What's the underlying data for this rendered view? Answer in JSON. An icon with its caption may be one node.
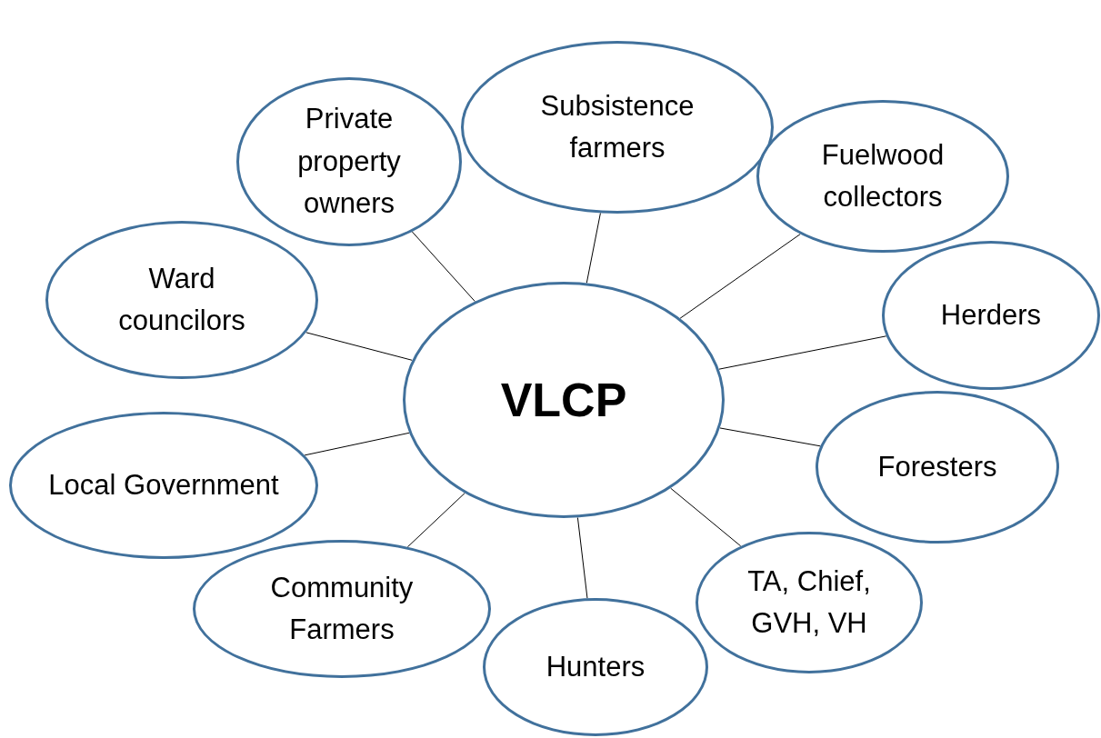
{
  "diagram": {
    "nodes": [
      {
        "text": [
          "VLCP"
        ]
      },
      {
        "text": [
          "Subsistence farmers"
        ]
      },
      {
        "text": [
          "Private property owners"
        ]
      },
      {
        "text": [
          "Fuelwood collectors"
        ]
      },
      {
        "text": [
          "Ward councilors"
        ]
      },
      {
        "text": [
          "Herders"
        ]
      },
      {
        "text": [
          "Foresters"
        ]
      },
      {
        "text": [
          "Local Government"
        ]
      },
      {
        "text": [
          "TA, Chief, GVH, VH"
        ]
      },
      {
        "text": [
          "Community Farmers"
        ]
      },
      {
        "text": [
          "Hunters"
        ]
      }
    ],
    "edges": [
      {
        "from": 0,
        "to": 1,
        "arrow": "none"
      },
      {
        "from": 0,
        "to": 2,
        "arrow": "none"
      },
      {
        "from": 0,
        "to": 3,
        "arrow": "none"
      },
      {
        "from": 0,
        "to": 4,
        "arrow": "none"
      },
      {
        "from": 0,
        "to": 5,
        "arrow": "none"
      },
      {
        "from": 0,
        "to": 6,
        "arrow": "none"
      },
      {
        "from": 0,
        "to": 7,
        "arrow": "none"
      },
      {
        "from": 0,
        "to": 8,
        "arrow": "none"
      },
      {
        "from": 0,
        "to": 9,
        "arrow": "none"
      },
      {
        "from": 0,
        "to": 10,
        "arrow": "none"
      }
    ]
  }
}
